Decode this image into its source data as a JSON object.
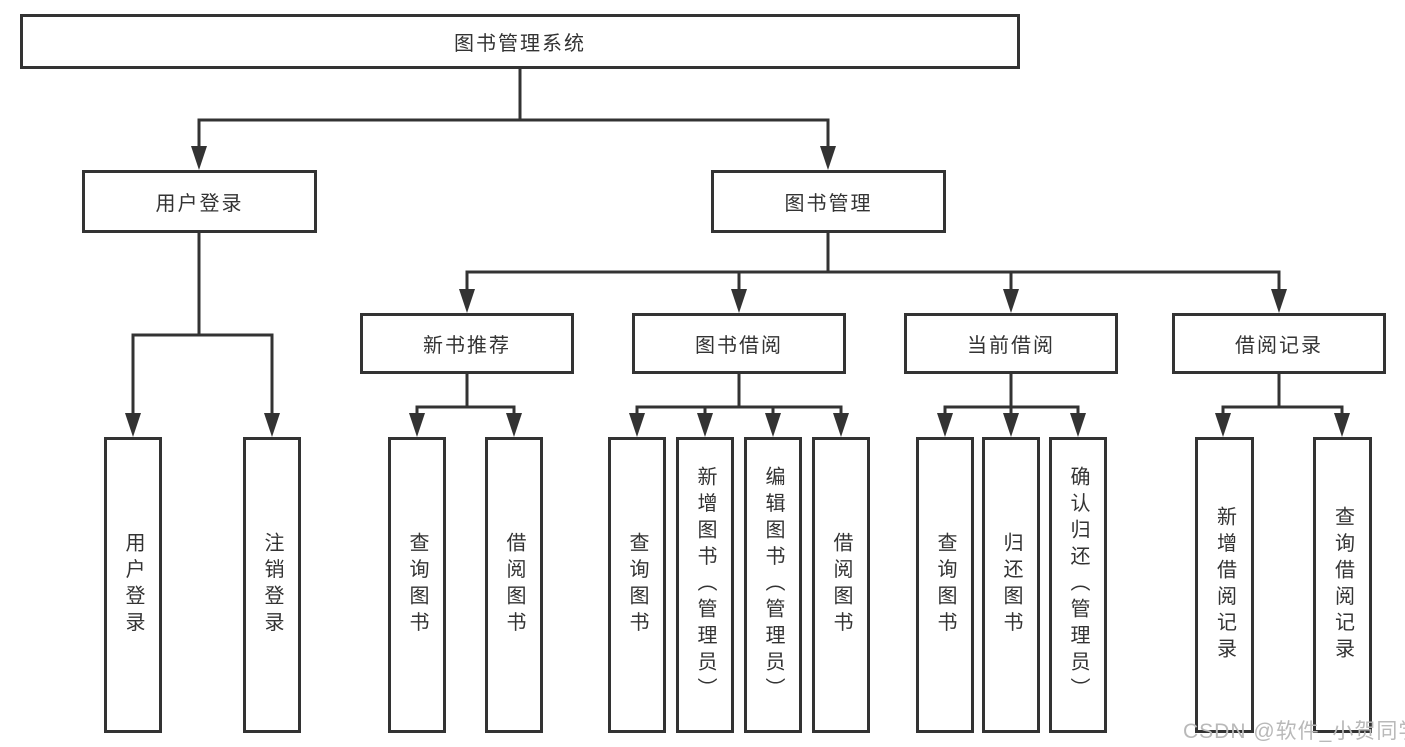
{
  "diagram_title": "图书管理系统",
  "colors": {
    "line": "#333333",
    "text": "#333333",
    "box_background": "#ffffff",
    "watermark_text_color": "#b9b9b9"
  },
  "nodes": {
    "root": {
      "label": "图书管理系统"
    },
    "level2": [
      {
        "label": "用户登录"
      },
      {
        "label": "图书管理"
      }
    ],
    "level3": [
      {
        "label": "新书推荐",
        "parent": "图书管理"
      },
      {
        "label": "图书借阅",
        "parent": "图书管理"
      },
      {
        "label": "当前借阅",
        "parent": "图书管理"
      },
      {
        "label": "借阅记录",
        "parent": "图书管理"
      }
    ],
    "leaves": [
      {
        "label": "用户登录",
        "parent": "用户登录"
      },
      {
        "label": "注销登录",
        "parent": "用户登录"
      },
      {
        "label": "查询图书",
        "parent": "新书推荐"
      },
      {
        "label": "借阅图书",
        "parent": "新书推荐"
      },
      {
        "label": "查询图书",
        "parent": "图书借阅"
      },
      {
        "label": "新增图书（管理员）",
        "parent": "图书借阅"
      },
      {
        "label": "编辑图书（管理员）",
        "parent": "图书借阅"
      },
      {
        "label": "借阅图书",
        "parent": "图书借阅"
      },
      {
        "label": "查询图书",
        "parent": "当前借阅"
      },
      {
        "label": "归还图书",
        "parent": "当前借阅"
      },
      {
        "label": "确认归还（管理员）",
        "parent": "当前借阅"
      },
      {
        "label": "新增借阅记录",
        "parent": "借阅记录"
      },
      {
        "label": "查询借阅记录",
        "parent": "借阅记录"
      }
    ]
  },
  "watermark": {
    "text": "CSDN @软件_小贺同学"
  }
}
